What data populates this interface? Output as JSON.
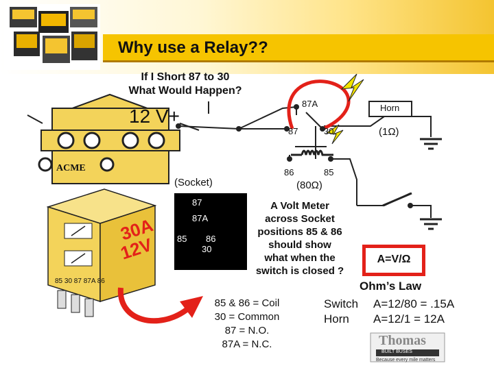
{
  "title": "Why use a Relay??",
  "question": [
    "If I Short 87 to 30",
    "What Would Happen?"
  ],
  "voltage_label": "12 V+",
  "acme_label": "ACME",
  "socket_label": "(Socket)",
  "relay": {
    "term_87a": "87A",
    "term_87": "87",
    "term_30": "30",
    "term_86": "86",
    "term_85": "85",
    "coil_resistance": "(80Ω)"
  },
  "horn": {
    "label": "Horn",
    "resistance": "(1Ω)"
  },
  "socket": {
    "t87": "87",
    "t87a": "87A",
    "t85": "85",
    "t86": "86",
    "t30": "30"
  },
  "relay_body": {
    "rating_amps": "30A",
    "rating_volts": "12V",
    "pin_labels": "85 30  87 87A  86"
  },
  "meter_question": [
    "A Volt Meter",
    "across Socket",
    "positions 85 & 86",
    "should show",
    "what when the",
    "switch is closed ?"
  ],
  "legend": [
    "85 & 86 = Coil",
    "30 = Common",
    "87 = N.O.",
    "87A = N.C."
  ],
  "ohms_law": {
    "formula": "A=V/Ω",
    "title": "Ohm’s Law"
  },
  "calculations": [
    {
      "name": "Switch",
      "value": "A=12/80 = .15A"
    },
    {
      "name": "Horn",
      "value": "A=12/1  =  12A"
    }
  ],
  "logo": {
    "name": "Thomas",
    "sub": "BUILT BUSES",
    "tagline": "Because every mile matters"
  },
  "colors": {
    "title_bar": "#f6c400",
    "relay_yellow": "#f3d35a",
    "red": "#e32119",
    "highlight": "#f2e300"
  }
}
